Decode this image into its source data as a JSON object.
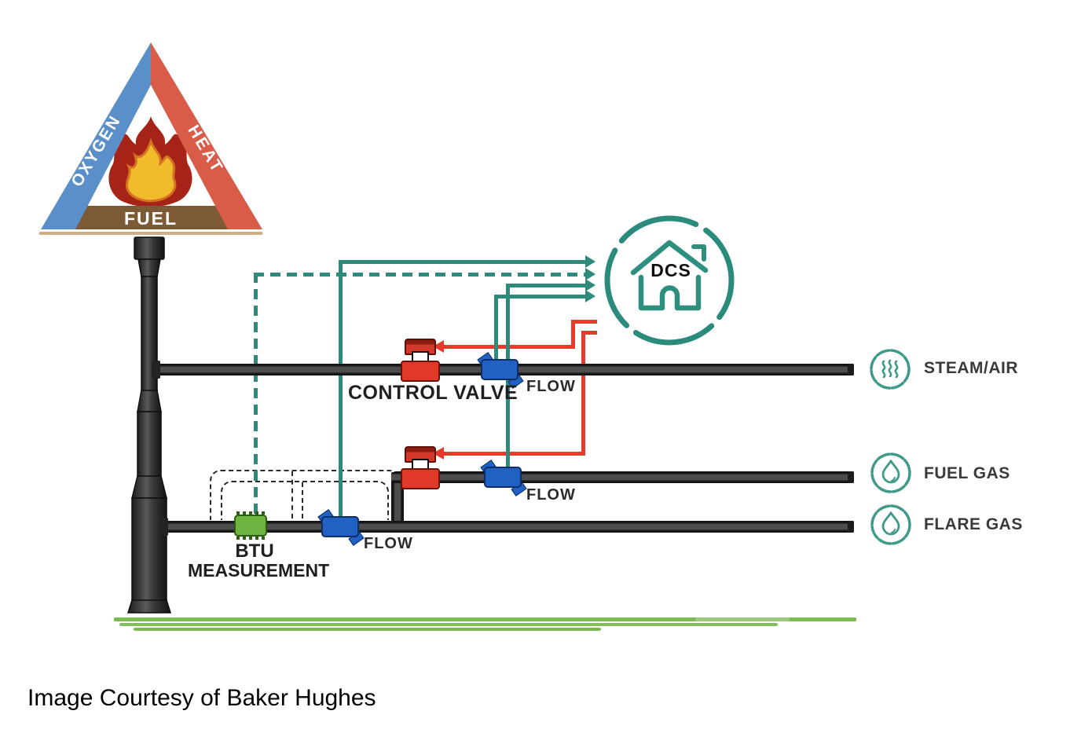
{
  "triangle": {
    "oxygen": "OXYGEN",
    "heat": "HEAT",
    "fuel": "FUEL"
  },
  "dcs": {
    "label": "DCS"
  },
  "labels": {
    "control_valve": "CONTROL VALVE",
    "flow": "FLOW",
    "btu_line1": "BTU",
    "btu_line2": "MEASUREMENT"
  },
  "streams": [
    {
      "label": "STEAM/AIR",
      "icon": "steam-waves-icon"
    },
    {
      "label": "FUEL GAS",
      "icon": "gas-droplet-icon"
    },
    {
      "label": "FLARE GAS",
      "icon": "gas-droplet-icon"
    }
  ],
  "caption": {
    "text": "Image Courtesy of Baker Hughes"
  },
  "colors": {
    "signal_teal": "#2e8b7c",
    "control_red": "#e9392c",
    "flow_blue": "#2161c4",
    "btu_green": "#6cb33f",
    "pipe_dark": "#3a3a3a",
    "ground_green": "#7cb94e",
    "triangle_blue": "#5b8fc9",
    "triangle_red": "#d95c49",
    "triangle_brown": "#7c5a36",
    "flame_red": "#a62417",
    "flame_yellow": "#f0bc2b"
  }
}
